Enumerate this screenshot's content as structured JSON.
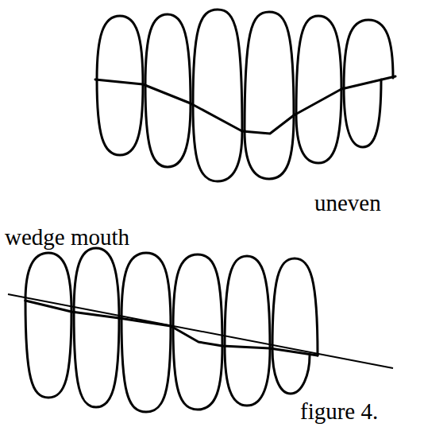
{
  "diagram": {
    "caption": "figure 4.",
    "labels": [
      "uneven",
      "wedge mouth"
    ]
  }
}
